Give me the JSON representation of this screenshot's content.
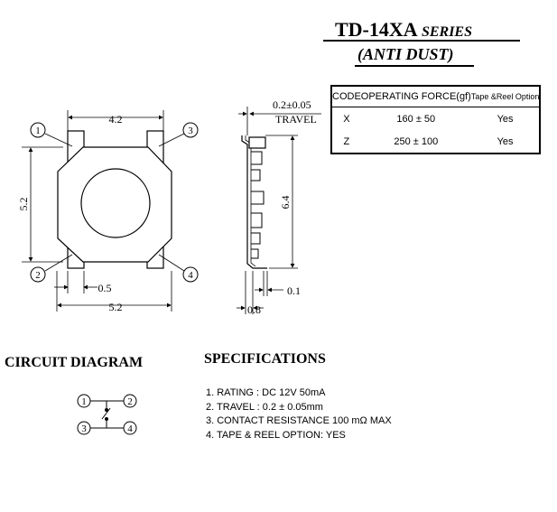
{
  "title": {
    "model": "TD-14XA",
    "series": "SERIES",
    "subtitle": "(ANTI DUST)"
  },
  "table": {
    "headers": [
      "CODE",
      "OPERATING FORCE(gf)",
      "Tape &Reel Option"
    ],
    "rows": [
      {
        "code": "X",
        "force": "160 ± 50",
        "option": "Yes"
      },
      {
        "code": "Z",
        "force": "250 ± 100",
        "option": "Yes"
      }
    ]
  },
  "top_view": {
    "dim_top": "4.2",
    "dim_left": "5.2",
    "dim_pin": "0.5",
    "dim_bottom": "5.2",
    "pins": [
      "1",
      "2",
      "3",
      "4"
    ]
  },
  "side_view": {
    "travel_value": "0.2±0.05",
    "travel_label": "TRAVEL",
    "dim_height": "6.4",
    "dim_lead": "0.1",
    "dim_width": "0.8"
  },
  "circuit": {
    "heading": "CIRCUIT  DIAGRAM",
    "pins": [
      "1",
      "2",
      "3",
      "4"
    ]
  },
  "specifications": {
    "heading": "SPECIFICATIONS",
    "items": [
      "1. RATING : DC 12V  50mA",
      "2. TRAVEL : 0.2 ± 0.05mm",
      "3. CONTACT RESISTANCE 100 mΩ MAX",
      "4. TAPE & REEL OPTION: YES"
    ]
  }
}
